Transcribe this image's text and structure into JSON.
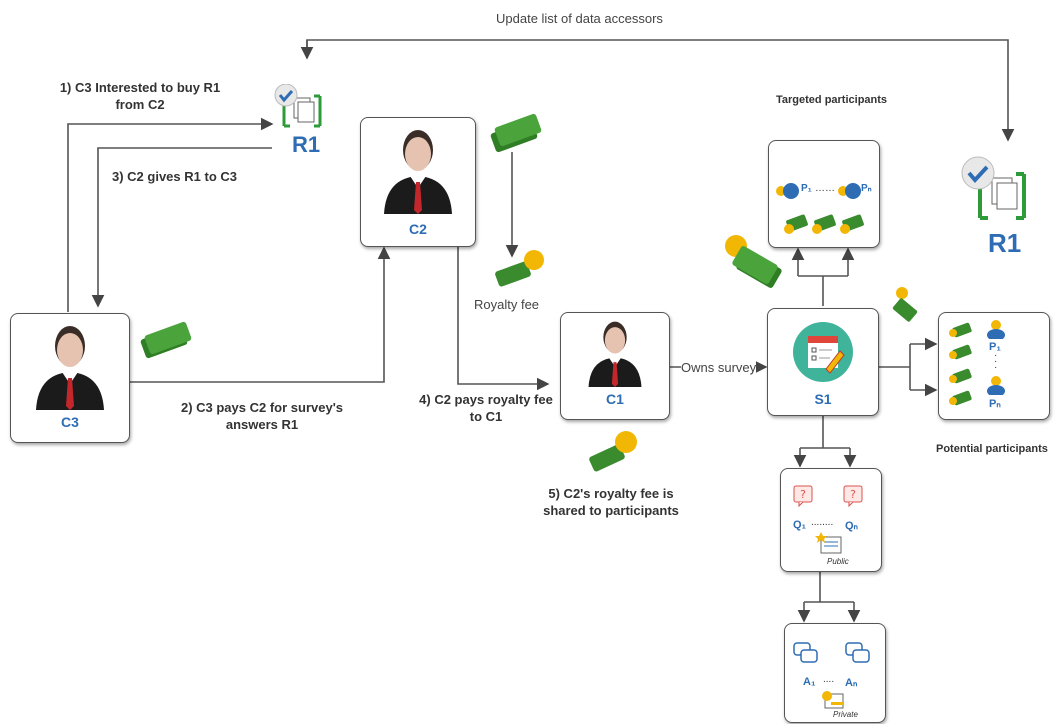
{
  "top_label": "Update list of data accessors",
  "step1": "1) C3 Interested to buy R1 from C2",
  "step2": "2) C3 pays C2 for survey's answers R1",
  "step3": "3) C2 gives R1 to C3",
  "step4": "4) C2 pays royalty fee to C1",
  "step5": "5) C2's royalty fee is shared to participants",
  "royalty_fee": "Royalty fee",
  "owns_survey": "Owns survey",
  "targeted": "Targeted participants",
  "potential": "Potential participants",
  "nodes": {
    "c1": "C1",
    "c2": "C2",
    "c3": "C3",
    "s1": "S1",
    "r1": "R1"
  },
  "q_first": "Q₁",
  "q_last": "Qₙ",
  "a_first": "A₁",
  "a_last": "Aₙ",
  "p_first": "P₁",
  "p_last": "Pₙ",
  "public": "Public",
  "private": "Private",
  "colors": {
    "accent": "#2e6db4",
    "money": "#3a8a2e",
    "coin": "#f2b705"
  }
}
